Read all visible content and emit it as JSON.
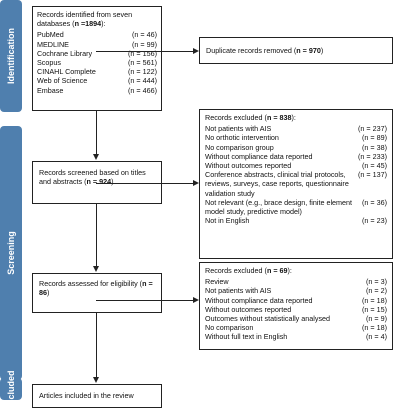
{
  "phases": {
    "identification": "Identification",
    "screening": "Screening",
    "included": "Included"
  },
  "boxes": {
    "identified": {
      "title": "Records identified from seven databases (",
      "count_text": "n =1894",
      "suffix": "):",
      "sources": [
        {
          "label": "PubMed",
          "count": "(n = 46)"
        },
        {
          "label": "MEDLINE",
          "count": "(n = 99)"
        },
        {
          "label": "Cochrane Library",
          "count": "(n = 156)"
        },
        {
          "label": "Scopus",
          "count": "(n = 561)"
        },
        {
          "label": "CINAHL Complete",
          "count": "(n = 122)"
        },
        {
          "label": "Web of Science",
          "count": "(n = 444)"
        },
        {
          "label": "Embase",
          "count": "(n = 466)"
        }
      ]
    },
    "duplicates": {
      "label": "Duplicate records removed (",
      "count_text": "n = 970",
      "suffix": ")"
    },
    "screened": {
      "label": "Records screened based on titles and abstracts (",
      "count_text": "n = 924",
      "suffix": ")"
    },
    "excluded_screening": {
      "title": "Records excluded (",
      "count_text": "n = 838",
      "suffix": "):",
      "reasons": [
        {
          "label": "Not patients with AIS",
          "count": "(n = 237)"
        },
        {
          "label": "No orthotic intervention",
          "count": "(n = 89)"
        },
        {
          "label": "No comparison group",
          "count": "(n = 38)"
        },
        {
          "label": "Without compliance data reported",
          "count": "(n = 233)"
        },
        {
          "label": "Without outcomes reported",
          "count": "(n = 45)"
        },
        {
          "label": "Conference abstracts, clinical trial protocols, reviews, surveys, case reports, questionnaire validation study",
          "count": "(n = 137)"
        },
        {
          "label": "Not relevant (e.g., brace design, finite element model study, predictive model)",
          "count": "(n = 36)"
        },
        {
          "label": "Not in English",
          "count": "(n = 23)"
        }
      ]
    },
    "eligibility": {
      "label": "Records assessed for eligibility (",
      "count_text": "n = 86",
      "suffix": ")"
    },
    "excluded_eligibility": {
      "title": "Records excluded (",
      "count_text": "n = 69",
      "suffix": "):",
      "reasons": [
        {
          "label": "Review",
          "count": "(n = 3)"
        },
        {
          "label": "Not patients with AIS",
          "count": "(n = 2)"
        },
        {
          "label": "Without compliance data reported",
          "count": "(n = 18)"
        },
        {
          "label": "Without outcomes reported",
          "count": "(n = 15)"
        },
        {
          "label": "Outcomes without statistically analysed",
          "count": "(n = 9)"
        },
        {
          "label": "No comparison",
          "count": "(n = 18)"
        },
        {
          "label": "Without full text in English",
          "count": "(n = 4)"
        }
      ]
    },
    "included": {
      "label": "Articles included in the review"
    }
  }
}
